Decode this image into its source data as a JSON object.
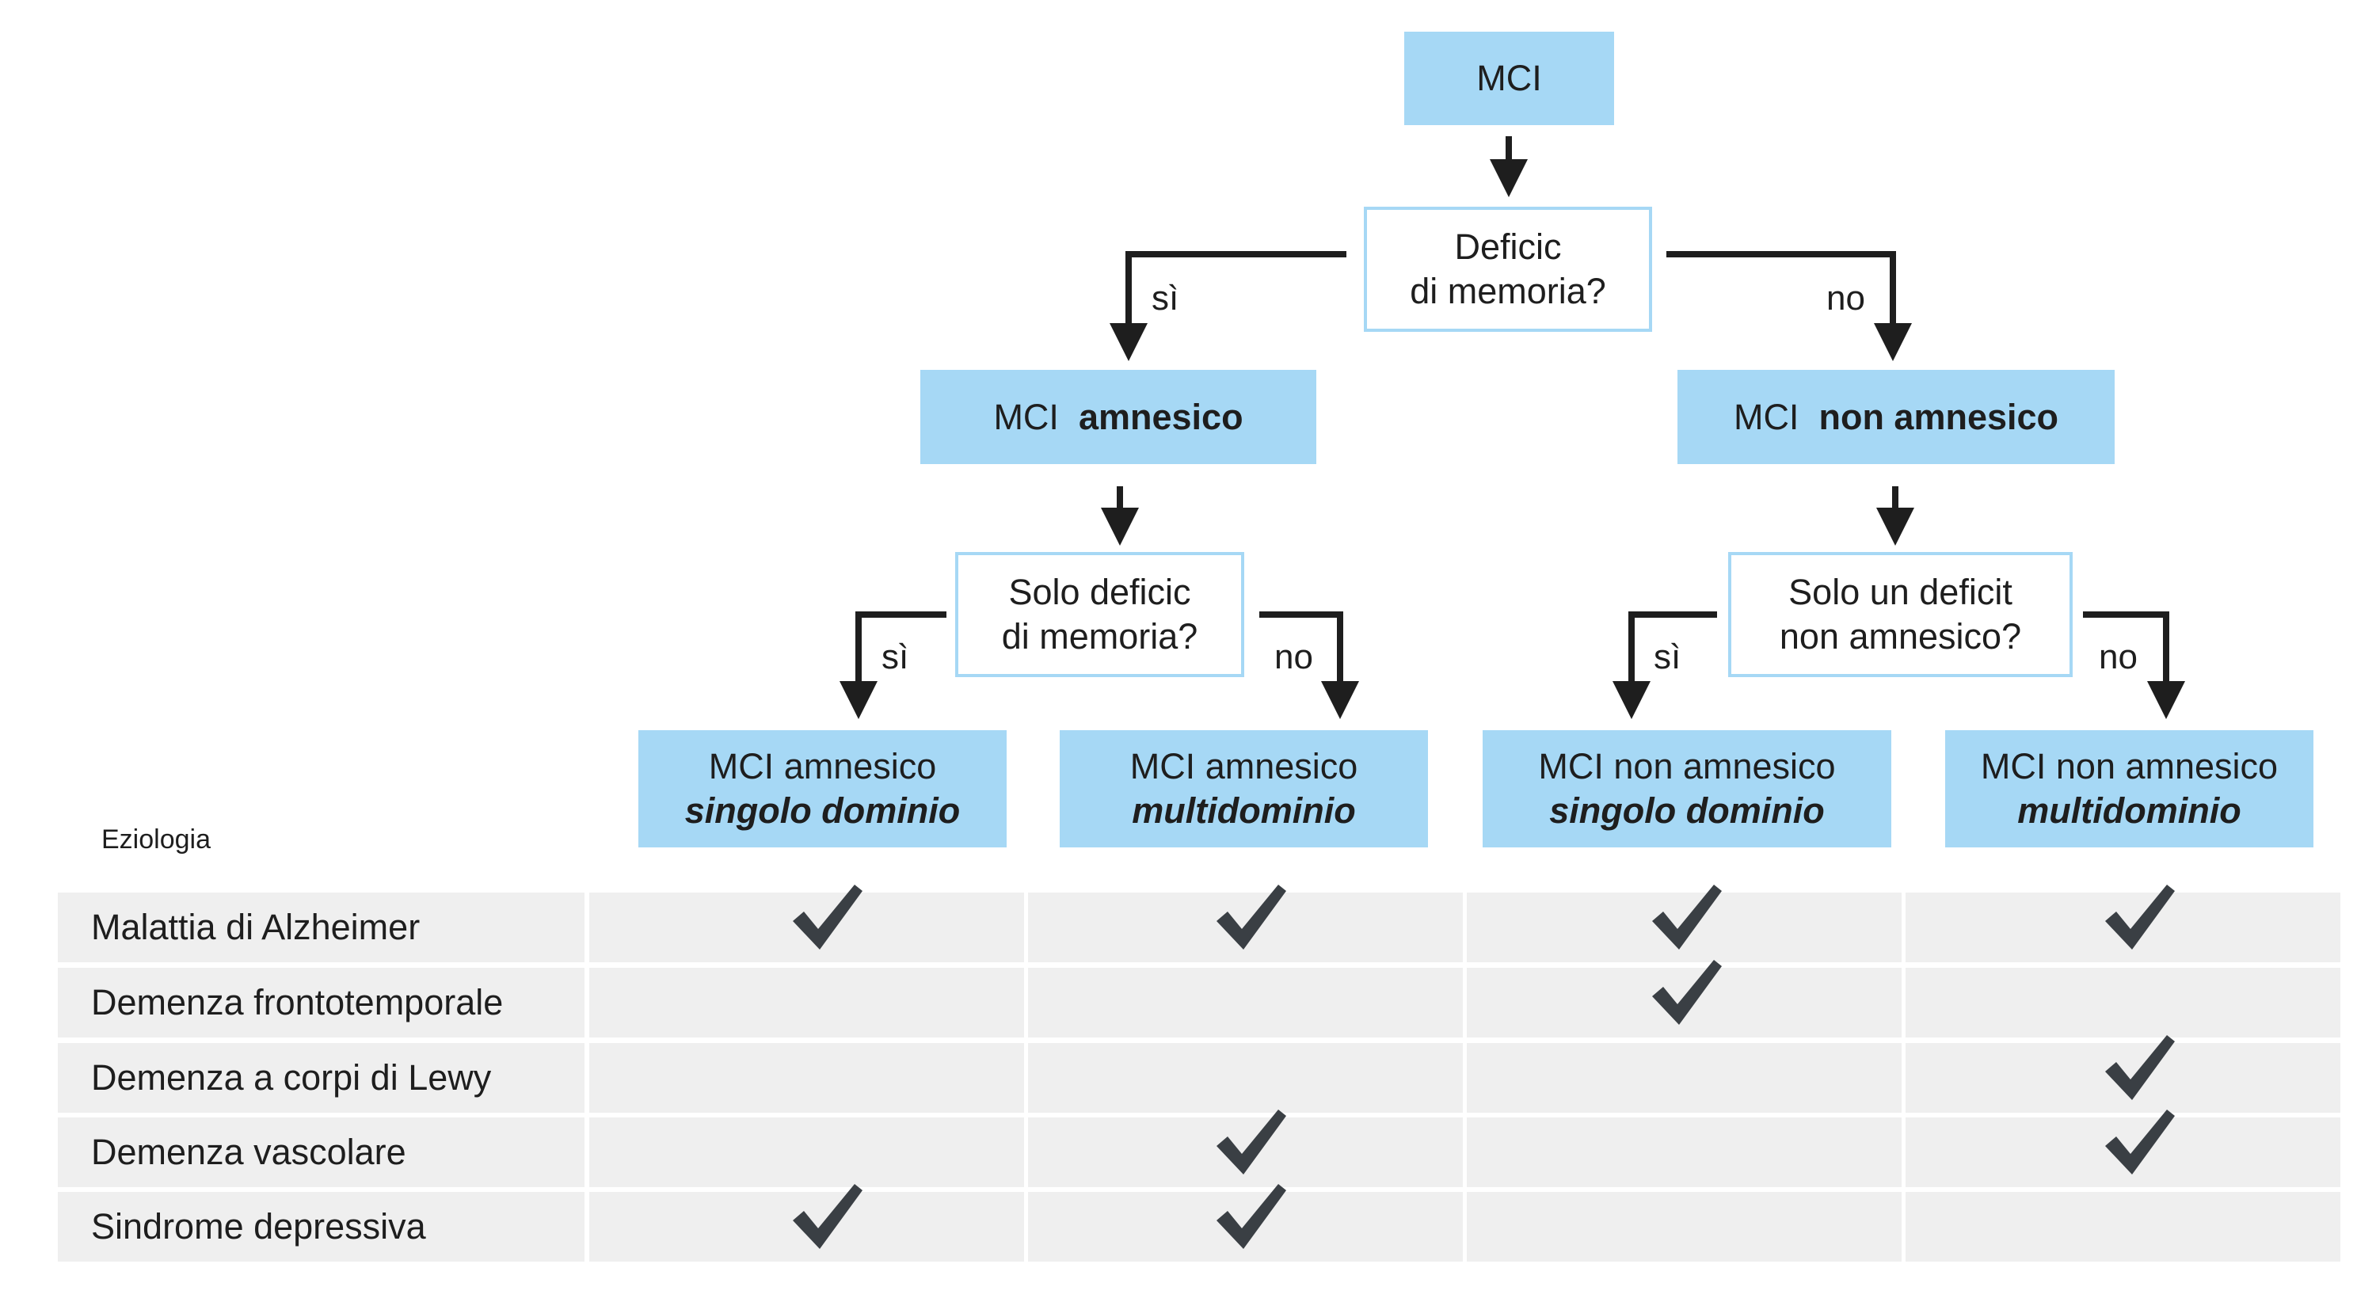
{
  "flowchart": {
    "root": "MCI",
    "q1": {
      "line1": "Deficic",
      "line2": "di memoria?"
    },
    "yes": "sì",
    "no": "no",
    "amnesic": {
      "prefix": "MCI",
      "bold": "amnesico"
    },
    "non_amnesic": {
      "prefix": "MCI",
      "bold": "non amnesico"
    },
    "q2": {
      "line1": "Solo deficic",
      "line2": "di memoria?"
    },
    "q3": {
      "line1": "Solo un deficit",
      "line2": "non amnesico?"
    },
    "leaves": [
      {
        "line1": "MCI amnesico",
        "line2": "singolo dominio"
      },
      {
        "line1": "MCI amnesico",
        "line2": "multidominio"
      },
      {
        "line1": "MCI non amnesico",
        "line2": "singolo dominio"
      },
      {
        "line1": "MCI non amnesico",
        "line2": "multidominio"
      }
    ]
  },
  "table": {
    "header": "Eziologia",
    "rows": [
      {
        "label": "Malattia di Alzheimer",
        "checks": [
          true,
          true,
          true,
          true
        ]
      },
      {
        "label": "Demenza frontotemporale",
        "checks": [
          false,
          false,
          true,
          false
        ]
      },
      {
        "label": "Demenza a corpi di Lewy",
        "checks": [
          false,
          false,
          false,
          true
        ]
      },
      {
        "label": "Demenza vascolare",
        "checks": [
          false,
          true,
          false,
          true
        ]
      },
      {
        "label": "Sindrome depressiva",
        "checks": [
          true,
          true,
          false,
          false
        ]
      }
    ]
  },
  "colors": {
    "box_fill": "#a6d8f5",
    "arrow": "#1e1e1e",
    "table_cell": "#efefef",
    "check": "#3a3f44"
  },
  "icons": {
    "check": "check-icon",
    "arrow": "arrow-down-icon"
  }
}
